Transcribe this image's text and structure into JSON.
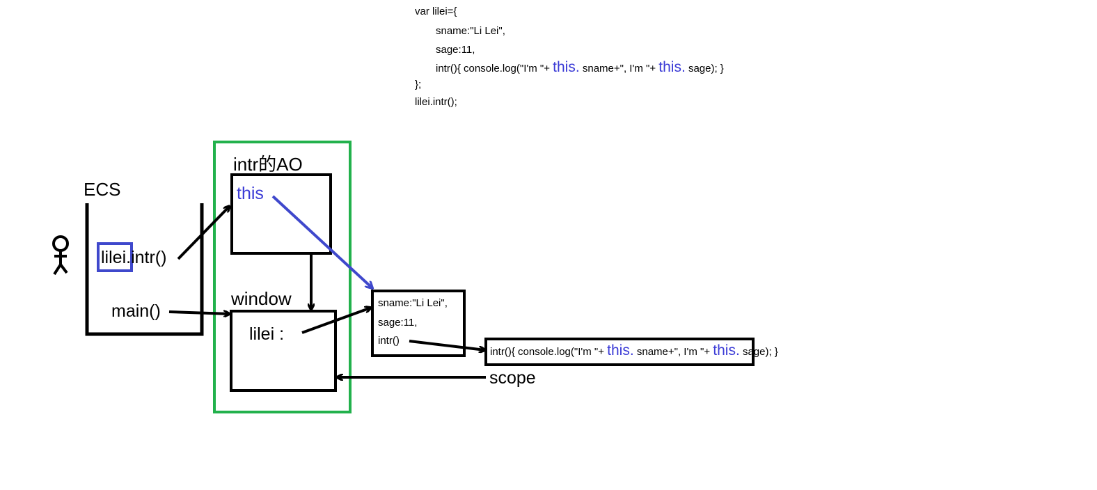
{
  "code": {
    "line1": "var lilei={",
    "line2": "sname:\"Li Lei\",",
    "line3": "sage:11,",
    "line4_a": "intr(){ console.log(\"I'm \"+",
    "line4_this1": "this.",
    "line4_b": "sname+\", I'm \"+",
    "line4_this2": "this.",
    "line4_c": "sage); }",
    "line5": "};",
    "line6": "lilei.intr();"
  },
  "ecs": {
    "title": "ECS",
    "call_highlight": "lilei",
    "call_rest": ".intr()",
    "main": "main()"
  },
  "ao": {
    "title": "intr的AO",
    "this_label": "this"
  },
  "window": {
    "title": "window",
    "lilei_label": "lilei :"
  },
  "object": {
    "prop1": "sname:\"Li Lei\",",
    "prop2": "sage:11,",
    "prop3": "intr()"
  },
  "func": {
    "part_a": "intr(){ console.log(\"I'm \"+",
    "this1": "this.",
    "part_b": "sname+\", I'm \"+",
    "this2": "this.",
    "part_c": "sage); }",
    "scope_label": "scope"
  },
  "colors": {
    "green_frame": "#22b14c",
    "blue": "#3f48cc",
    "ink": "#000000"
  }
}
